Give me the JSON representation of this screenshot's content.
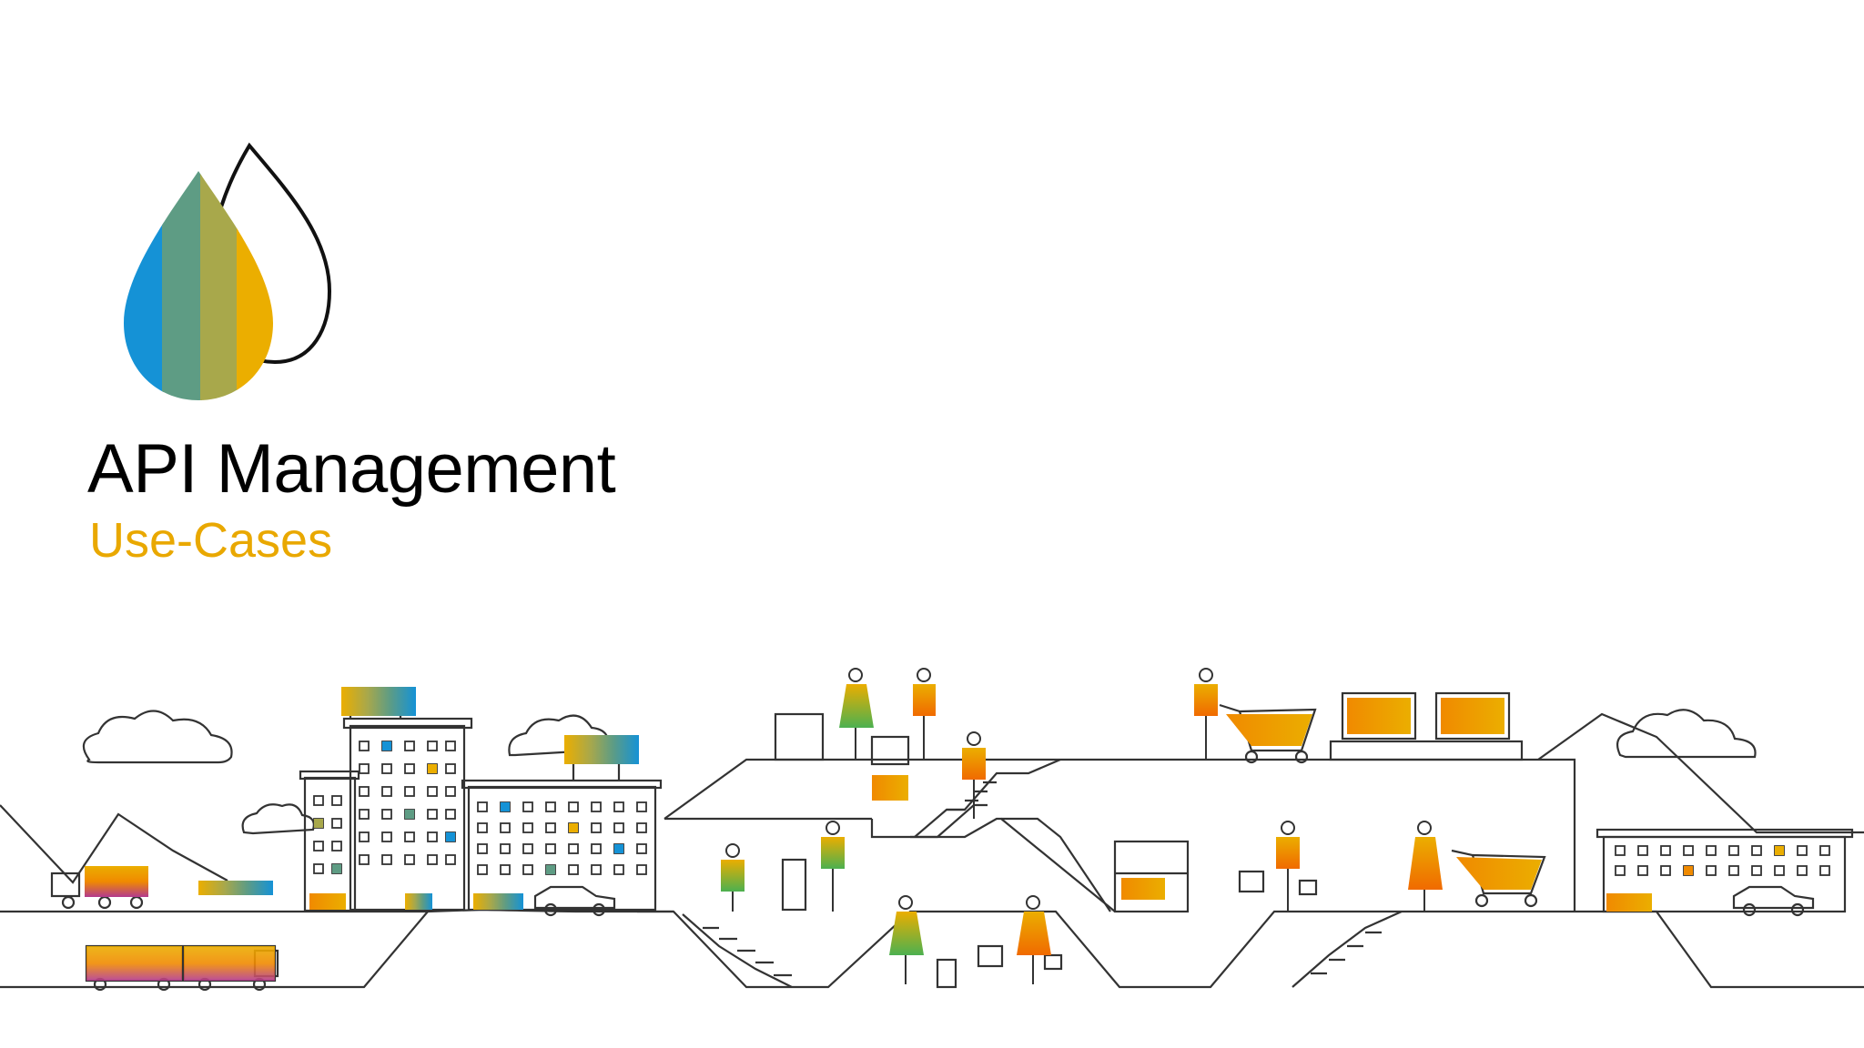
{
  "slide": {
    "title": "API Management",
    "subtitle": "Use-Cases"
  },
  "colors": {
    "title": "#000000",
    "subtitle": "#E9A800",
    "line": "#333333",
    "blue": "#1592D6",
    "teal": "#5E9C84",
    "olive": "#A8A84B",
    "gold": "#EBAE00",
    "orange": "#F08A00",
    "magenta": "#B33A8E",
    "green": "#6DBE45"
  },
  "icons": {
    "logo": "sap-drop-logo",
    "scene": "city-illustration"
  }
}
